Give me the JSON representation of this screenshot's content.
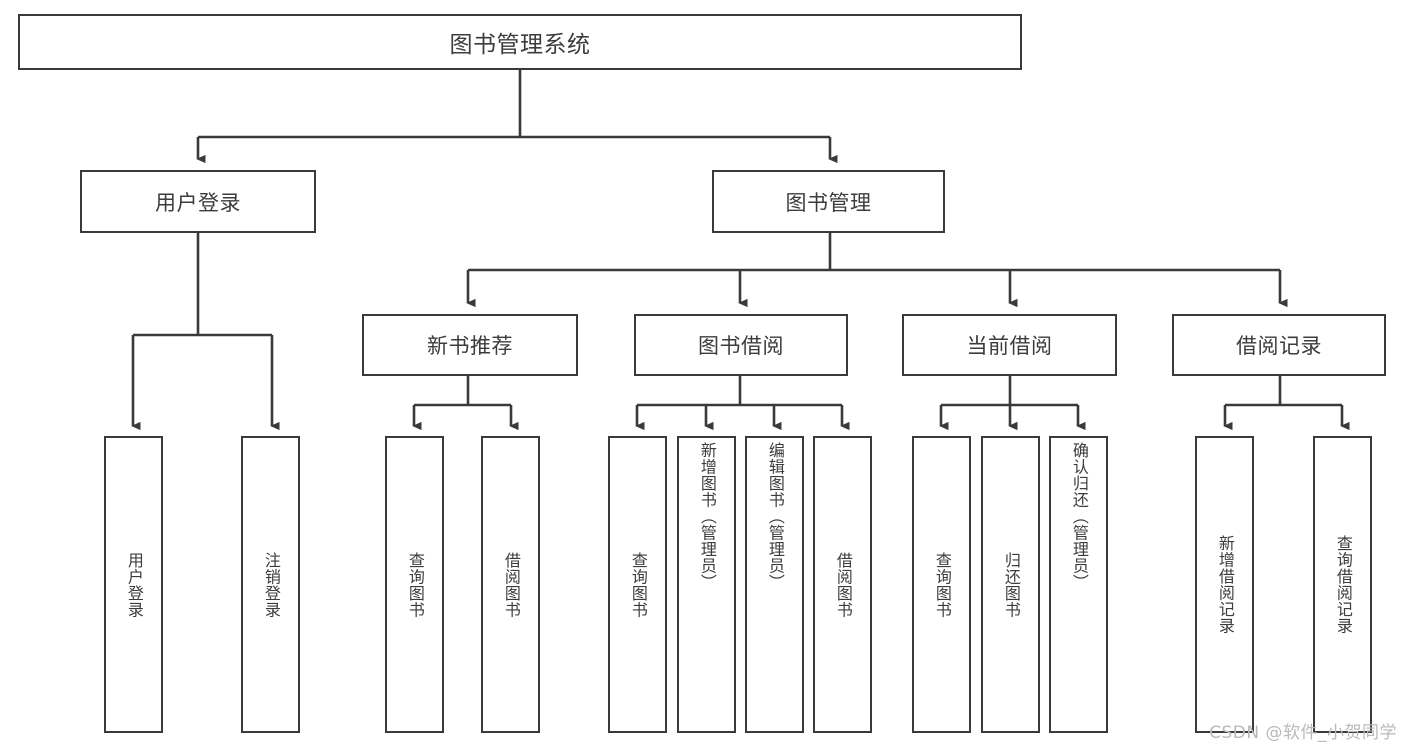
{
  "diagram": {
    "title": "图书管理系统",
    "type": "hierarchy-tree",
    "watermark": "CSDN @软件_小贺同学",
    "colors": {
      "line": "#3a3a3a",
      "box_border": "#3a3a3a",
      "box_fill": "#ffffff",
      "text": "#3c3c3c",
      "watermark": "#b9b9b9",
      "background": "#ffffff"
    },
    "root": {
      "label": "图书管理系统"
    },
    "level1": [
      {
        "label": "用户登录"
      },
      {
        "label": "图书管理"
      }
    ],
    "level2": [
      {
        "label": "新书推荐"
      },
      {
        "label": "图书借阅"
      },
      {
        "label": "当前借阅"
      },
      {
        "label": "借阅记录"
      }
    ],
    "leaves": {
      "user_login": [
        {
          "label": "用户登录"
        },
        {
          "label": "注销登录"
        }
      ],
      "new_book": [
        {
          "label": "查询图书"
        },
        {
          "label": "借阅图书"
        }
      ],
      "book_borrow": [
        {
          "label": "查询图书"
        },
        {
          "label": "新增图书（管理员）"
        },
        {
          "label": "编辑图书（管理员）"
        },
        {
          "label": "借阅图书"
        }
      ],
      "current_borrow": [
        {
          "label": "查询图书"
        },
        {
          "label": "归还图书"
        },
        {
          "label": "确认归还（管理员）"
        }
      ],
      "borrow_record": [
        {
          "label": "新增借阅记录"
        },
        {
          "label": "查询借阅记录"
        }
      ]
    }
  }
}
